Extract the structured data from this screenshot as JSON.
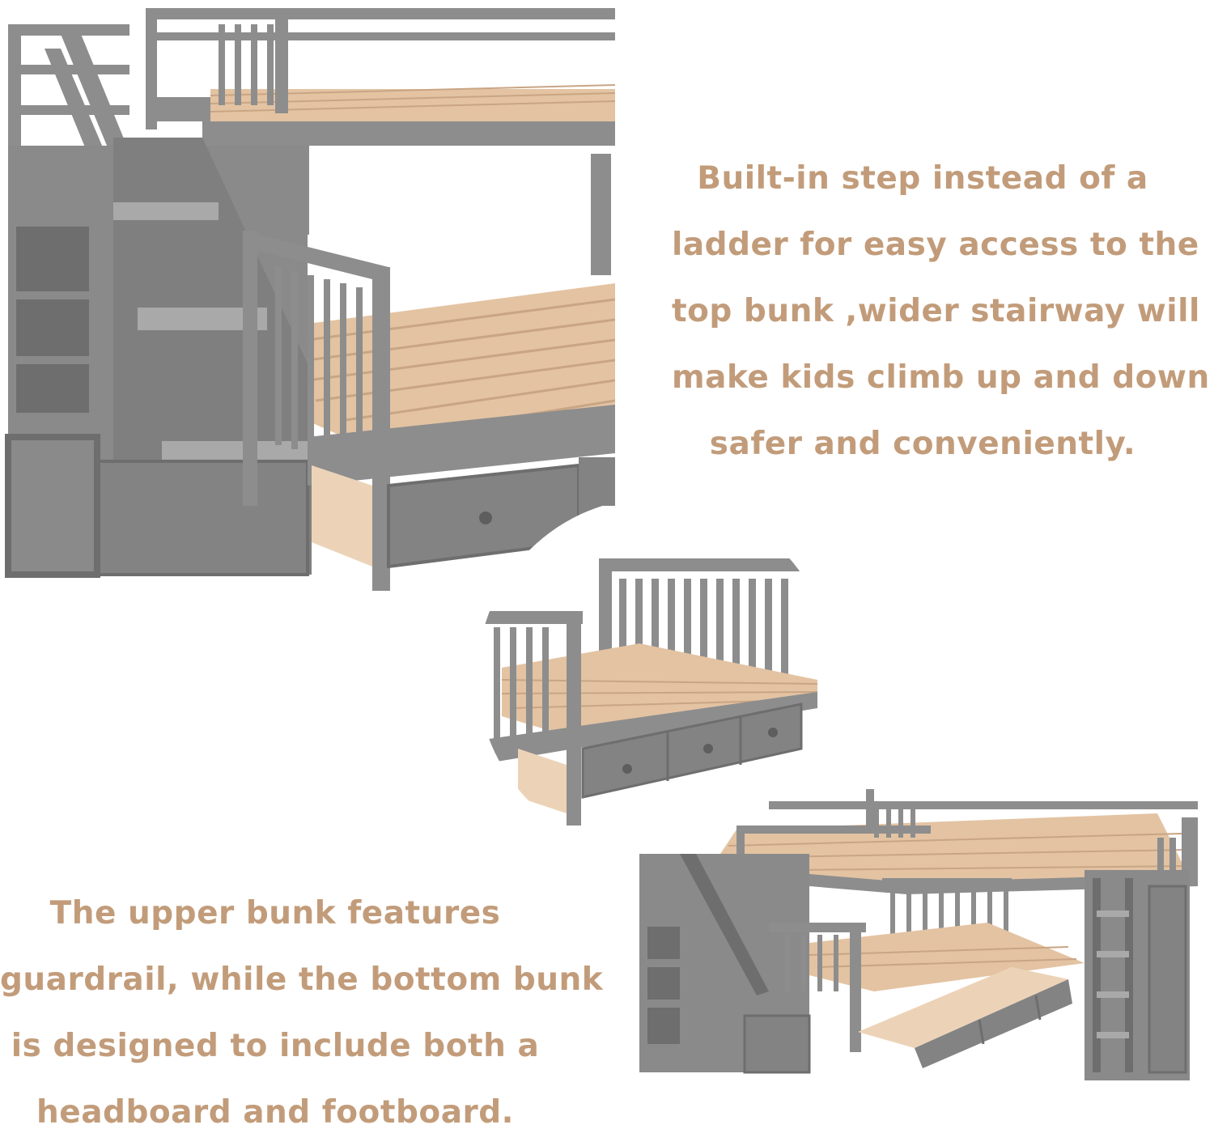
{
  "captions": {
    "top": {
      "lines": [
        "Built-in step instead of a",
        "ladder for easy access to the",
        "top bunk ,wider stairway will",
        "make kids climb up and down",
        "safer and conveniently."
      ]
    },
    "bottom": {
      "lines": [
        "The upper bunk features",
        "guardrail, while the bottom bunk",
        "is designed to include both a",
        "headboard and footboard."
      ]
    }
  },
  "colors": {
    "caption": "#c29c7a",
    "frame": "#8d8d8d",
    "frame_dark": "#6e6e6e",
    "frame_light": "#a9a9a9",
    "slat": "#e3c3a2",
    "slat_dark": "#c9a585",
    "drawer_wood": "#ecd3b8"
  }
}
